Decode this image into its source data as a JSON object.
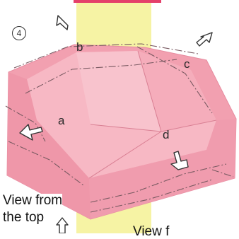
{
  "step_number": "4",
  "labels": {
    "a": "a",
    "b": "b",
    "c": "c",
    "d": "d"
  },
  "captions": {
    "top_line1": "View from",
    "top_line2": "the top",
    "cutoff_right": "View f"
  },
  "icons": [
    "arrow-icon"
  ],
  "colors": {
    "paper_pink": "#f2a0b0",
    "paper_inner": "#f7b8c4",
    "highlight_strip": "#f6f3a4",
    "top_strip_red": "#e4406a"
  }
}
